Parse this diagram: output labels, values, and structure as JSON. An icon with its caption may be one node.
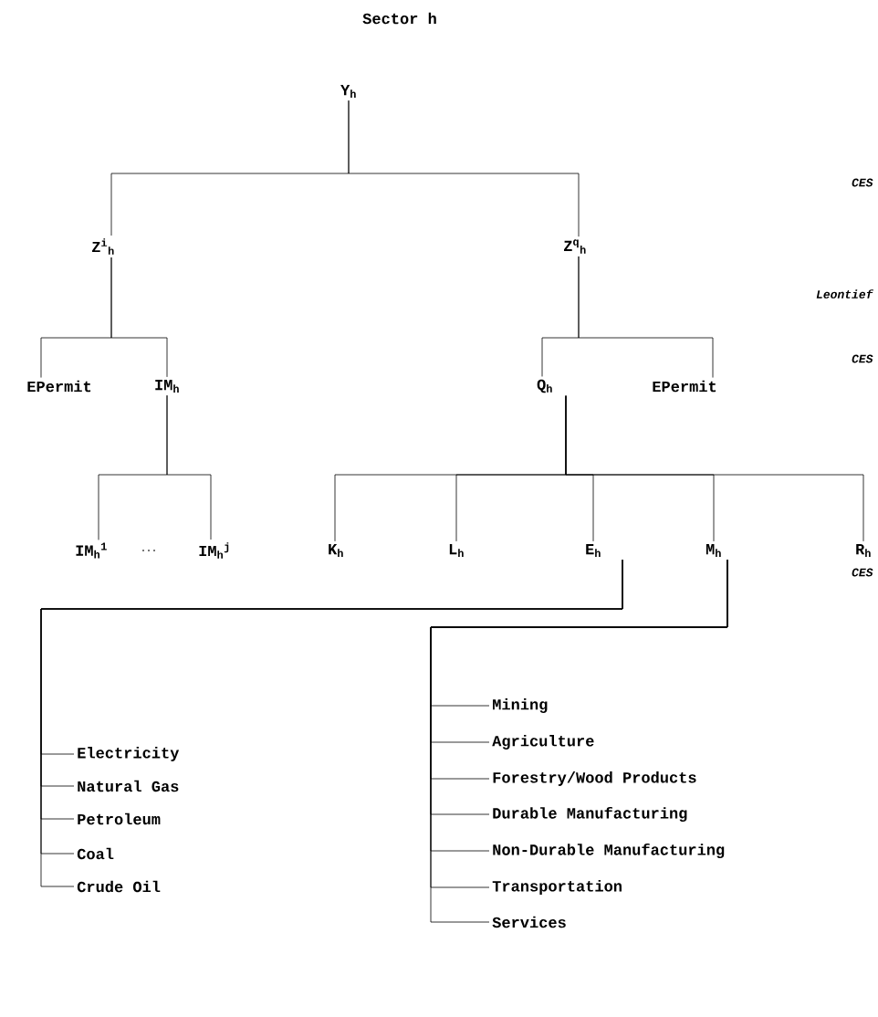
{
  "diagram": {
    "title": "Sector h",
    "nodes": [
      {
        "text": [
          "Y$_{h}$"
        ]
      },
      {
        "text": [
          "Z$^{i}$$_{h}$"
        ]
      },
      {
        "text": [
          "Z$^{q}$$_{h}$"
        ]
      },
      {
        "text": [
          "EPermit"
        ]
      },
      {
        "text": [
          "IM$_{h}$"
        ]
      },
      {
        "text": [
          "Q$_{h}$"
        ]
      },
      {
        "text": [
          "EPermit"
        ]
      },
      {
        "text": [
          "IM$_{h}$$^{1}$"
        ]
      },
      {
        "text": [
          "IM$_{h}$$^{j}$"
        ]
      },
      {
        "text": [
          "K$_{h}$"
        ]
      },
      {
        "text": [
          "L$_{h}$"
        ]
      },
      {
        "text": [
          "E$_{h}$"
        ]
      },
      {
        "text": [
          "M$_{h}$"
        ]
      },
      {
        "text": [
          "R$_{h}$"
        ]
      },
      {
        "text": [
          "Electricity"
        ]
      },
      {
        "text": [
          "Natural Gas"
        ]
      },
      {
        "text": [
          "Petroleum"
        ]
      },
      {
        "text": [
          "Coal"
        ]
      },
      {
        "text": [
          "Crude Oil"
        ]
      },
      {
        "text": [
          "Mining"
        ]
      },
      {
        "text": [
          "Agriculture"
        ]
      },
      {
        "text": [
          "Forestry/Wood Products"
        ]
      },
      {
        "text": [
          "Durable Manufacturing"
        ]
      },
      {
        "text": [
          "Non-Durable Manufacturing"
        ]
      },
      {
        "text": [
          "Transportation"
        ]
      },
      {
        "text": [
          "Services"
        ]
      }
    ],
    "edges": [
      {
        "from": 0,
        "to": 1,
        "arrow": "none"
      },
      {
        "from": 0,
        "to": 2,
        "arrow": "none"
      },
      {
        "from": 1,
        "to": 3,
        "arrow": "none"
      },
      {
        "from": 1,
        "to": 4,
        "arrow": "none"
      },
      {
        "from": 2,
        "to": 5,
        "arrow": "none"
      },
      {
        "from": 2,
        "to": 6,
        "arrow": "none"
      },
      {
        "from": 4,
        "to": 7,
        "arrow": "none"
      },
      {
        "from": 4,
        "to": 8,
        "arrow": "none"
      },
      {
        "from": 5,
        "to": 9,
        "arrow": "none"
      },
      {
        "from": 5,
        "to": 10,
        "arrow": "none"
      },
      {
        "from": 5,
        "to": 11,
        "arrow": "none"
      },
      {
        "from": 5,
        "to": 12,
        "arrow": "none"
      },
      {
        "from": 5,
        "to": 13,
        "arrow": "none"
      },
      {
        "from": 11,
        "to": 14,
        "arrow": "none"
      },
      {
        "from": 11,
        "to": 15,
        "arrow": "none"
      },
      {
        "from": 11,
        "to": 16,
        "arrow": "none"
      },
      {
        "from": 11,
        "to": 17,
        "arrow": "none"
      },
      {
        "from": 11,
        "to": 18,
        "arrow": "none"
      },
      {
        "from": 12,
        "to": 19,
        "arrow": "none"
      },
      {
        "from": 12,
        "to": 20,
        "arrow": "none"
      },
      {
        "from": 12,
        "to": 21,
        "arrow": "none"
      },
      {
        "from": 12,
        "to": 22,
        "arrow": "none"
      },
      {
        "from": 12,
        "to": 23,
        "arrow": "none"
      },
      {
        "from": 12,
        "to": 24,
        "arrow": "none"
      },
      {
        "from": 12,
        "to": 25,
        "arrow": "none"
      }
    ],
    "labels": [
      "CES",
      "Leontief",
      "CES",
      "...",
      "CES"
    ]
  }
}
